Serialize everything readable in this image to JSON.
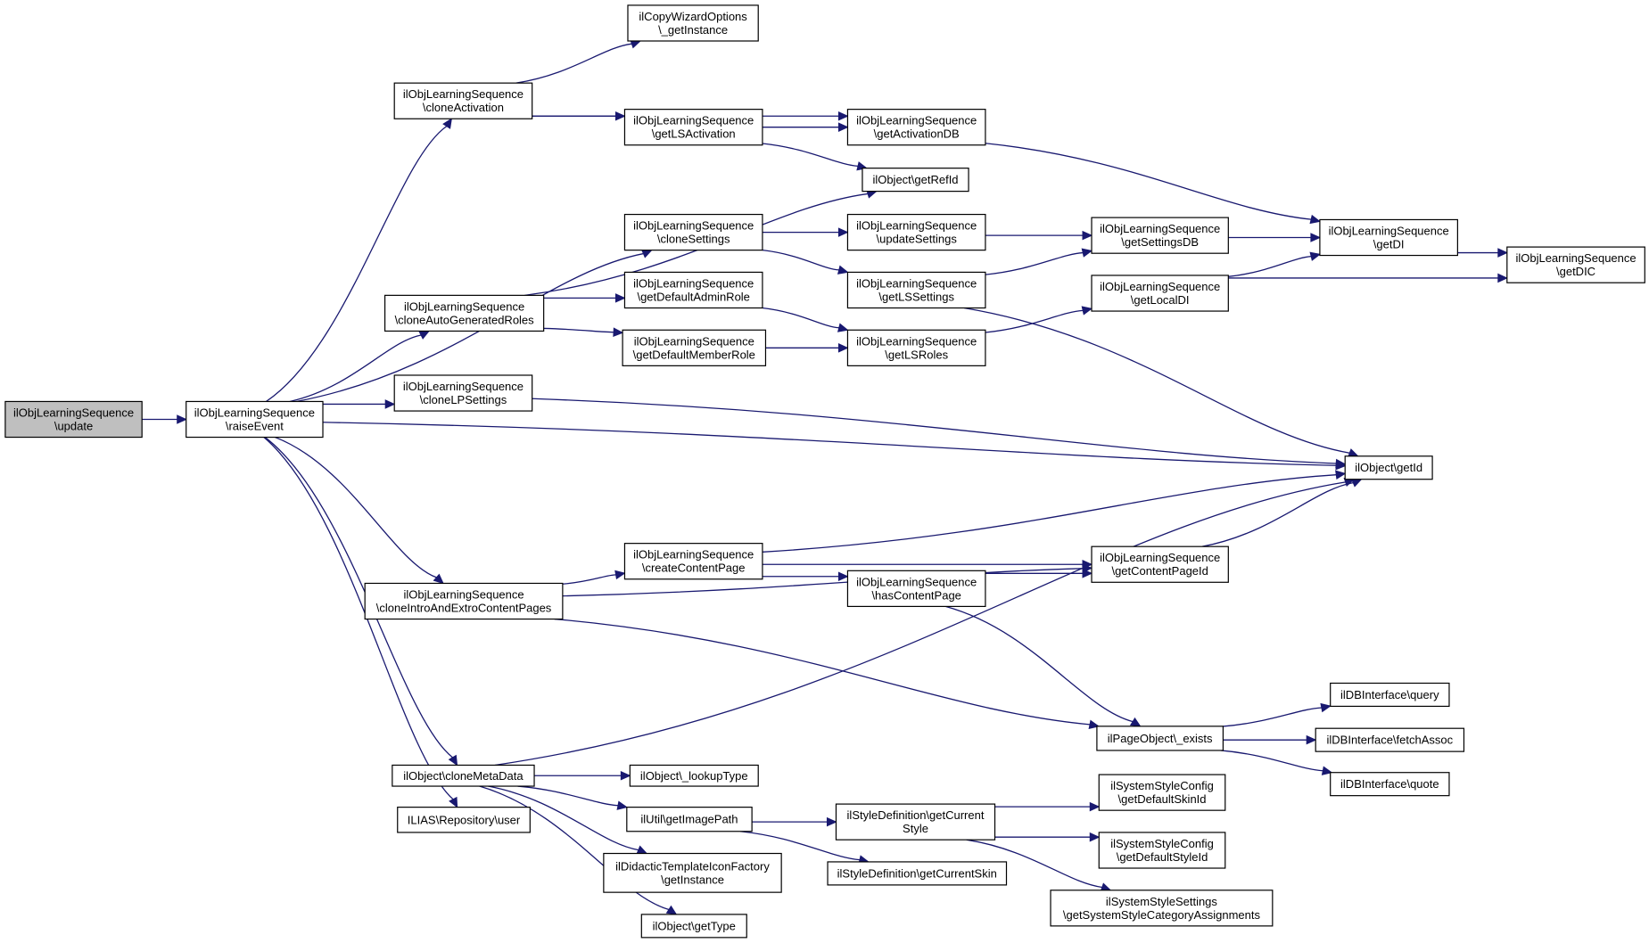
{
  "nodes": [
    {
      "id": "update",
      "lines": [
        "ilObjLearningSequence",
        "\\update"
      ],
      "root": true
    },
    {
      "id": "raiseEvent",
      "lines": [
        "ilObjLearningSequence",
        "\\raiseEvent"
      ]
    },
    {
      "id": "cloneActivation",
      "lines": [
        "ilObjLearningSequence",
        "\\cloneActivation"
      ]
    },
    {
      "id": "cloneAutoGeneratedRoles",
      "lines": [
        "ilObjLearningSequence",
        "\\cloneAutoGeneratedRoles"
      ]
    },
    {
      "id": "cloneLPSettings",
      "lines": [
        "ilObjLearningSequence",
        "\\cloneLPSettings"
      ]
    },
    {
      "id": "cloneIntroAndExtroContentPages",
      "lines": [
        "ilObjLearningSequence",
        "\\cloneIntroAndExtroContentPages"
      ]
    },
    {
      "id": "cloneMetaData",
      "lines": [
        "ilObject\\cloneMetaData"
      ]
    },
    {
      "id": "repoUser",
      "lines": [
        "ILIAS\\Repository\\user"
      ]
    },
    {
      "id": "copyWizard",
      "lines": [
        "ilCopyWizardOptions",
        "\\_getInstance"
      ]
    },
    {
      "id": "getLSActivation",
      "lines": [
        "ilObjLearningSequence",
        "\\getLSActivation"
      ]
    },
    {
      "id": "cloneSettings",
      "lines": [
        "ilObjLearningSequence",
        "\\cloneSettings"
      ]
    },
    {
      "id": "getDefaultAdminRole",
      "lines": [
        "ilObjLearningSequence",
        "\\getDefaultAdminRole"
      ]
    },
    {
      "id": "getDefaultMemberRole",
      "lines": [
        "ilObjLearningSequence",
        "\\getDefaultMemberRole"
      ]
    },
    {
      "id": "createContentPage",
      "lines": [
        "ilObjLearningSequence",
        "\\createContentPage"
      ]
    },
    {
      "id": "lookupType",
      "lines": [
        "ilObject\\_lookupType"
      ]
    },
    {
      "id": "getImagePath",
      "lines": [
        "ilUtil\\getImagePath"
      ]
    },
    {
      "id": "didactic",
      "lines": [
        "ilDidacticTemplateIconFactory",
        "\\getInstance"
      ]
    },
    {
      "id": "getType",
      "lines": [
        "ilObject\\getType"
      ]
    },
    {
      "id": "getActivationDB",
      "lines": [
        "ilObjLearningSequence",
        "\\getActivationDB"
      ]
    },
    {
      "id": "getRefId",
      "lines": [
        "ilObject\\getRefId"
      ]
    },
    {
      "id": "updateSettings",
      "lines": [
        "ilObjLearningSequence",
        "\\updateSettings"
      ]
    },
    {
      "id": "getLSSettings",
      "lines": [
        "ilObjLearningSequence",
        "\\getLSSettings"
      ]
    },
    {
      "id": "getLSRoles",
      "lines": [
        "ilObjLearningSequence",
        "\\getLSRoles"
      ]
    },
    {
      "id": "hasContentPage",
      "lines": [
        "ilObjLearningSequence",
        "\\hasContentPage"
      ]
    },
    {
      "id": "getCurrentStyle",
      "lines": [
        "ilStyleDefinition\\getCurrent",
        "Style"
      ]
    },
    {
      "id": "getCurrentSkin",
      "lines": [
        "ilStyleDefinition\\getCurrentSkin"
      ]
    },
    {
      "id": "getSettingsDB",
      "lines": [
        "ilObjLearningSequence",
        "\\getSettingsDB"
      ]
    },
    {
      "id": "getLocalDI",
      "lines": [
        "ilObjLearningSequence",
        "\\getLocalDI"
      ]
    },
    {
      "id": "getContentPageId",
      "lines": [
        "ilObjLearningSequence",
        "\\getContentPageId"
      ]
    },
    {
      "id": "pageExists",
      "lines": [
        "ilPageObject\\_exists"
      ]
    },
    {
      "id": "defaultSkinId",
      "lines": [
        "ilSystemStyleConfig",
        "\\getDefaultSkinId"
      ]
    },
    {
      "id": "defaultStyleId",
      "lines": [
        "ilSystemStyleConfig",
        "\\getDefaultStyleId"
      ]
    },
    {
      "id": "styleCategory",
      "lines": [
        "ilSystemStyleSettings",
        "\\getSystemStyleCategoryAssignments"
      ]
    },
    {
      "id": "getDI",
      "lines": [
        "ilObjLearningSequence",
        "\\getDI"
      ]
    },
    {
      "id": "getId",
      "lines": [
        "ilObject\\getId"
      ]
    },
    {
      "id": "dbQuery",
      "lines": [
        "ilDBInterface\\query"
      ]
    },
    {
      "id": "dbFetchAssoc",
      "lines": [
        "ilDBInterface\\fetchAssoc"
      ]
    },
    {
      "id": "dbQuote",
      "lines": [
        "ilDBInterface\\quote"
      ]
    },
    {
      "id": "getDIC",
      "lines": [
        "ilObjLearningSequence",
        "\\getDIC"
      ]
    }
  ],
  "edges": [
    [
      "update",
      "raiseEvent"
    ],
    [
      "raiseEvent",
      "cloneActivation"
    ],
    [
      "raiseEvent",
      "cloneSettings"
    ],
    [
      "raiseEvent",
      "cloneAutoGeneratedRoles"
    ],
    [
      "raiseEvent",
      "cloneLPSettings"
    ],
    [
      "raiseEvent",
      "getId"
    ],
    [
      "raiseEvent",
      "cloneIntroAndExtroContentPages"
    ],
    [
      "raiseEvent",
      "cloneMetaData"
    ],
    [
      "raiseEvent",
      "repoUser"
    ],
    [
      "cloneActivation",
      "copyWizard"
    ],
    [
      "cloneActivation",
      "getActivationDB"
    ],
    [
      "cloneActivation",
      "getLSActivation"
    ],
    [
      "getLSActivation",
      "getActivationDB"
    ],
    [
      "getLSActivation",
      "getRefId"
    ],
    [
      "getActivationDB",
      "getDI"
    ],
    [
      "cloneAutoGeneratedRoles",
      "getRefId"
    ],
    [
      "cloneAutoGeneratedRoles",
      "getDefaultAdminRole"
    ],
    [
      "cloneAutoGeneratedRoles",
      "getDefaultMemberRole"
    ],
    [
      "cloneSettings",
      "updateSettings"
    ],
    [
      "cloneSettings",
      "getLSSettings"
    ],
    [
      "updateSettings",
      "getSettingsDB"
    ],
    [
      "getLSSettings",
      "getSettingsDB"
    ],
    [
      "getLSSettings",
      "getId"
    ],
    [
      "getSettingsDB",
      "getDI"
    ],
    [
      "getDI",
      "getDIC"
    ],
    [
      "getLocalDI",
      "getDI"
    ],
    [
      "getLocalDI",
      "getDIC"
    ],
    [
      "getDefaultAdminRole",
      "getLSRoles"
    ],
    [
      "getDefaultMemberRole",
      "getLSRoles"
    ],
    [
      "getLSRoles",
      "getLocalDI"
    ],
    [
      "cloneLPSettings",
      "getId"
    ],
    [
      "cloneIntroAndExtroContentPages",
      "createContentPage"
    ],
    [
      "cloneIntroAndExtroContentPages",
      "getContentPageId"
    ],
    [
      "cloneIntroAndExtroContentPages",
      "pageExists"
    ],
    [
      "createContentPage",
      "getId"
    ],
    [
      "createContentPage",
      "getContentPageId"
    ],
    [
      "createContentPage",
      "hasContentPage"
    ],
    [
      "hasContentPage",
      "getContentPageId"
    ],
    [
      "hasContentPage",
      "pageExists"
    ],
    [
      "getContentPageId",
      "getId"
    ],
    [
      "pageExists",
      "dbQuery"
    ],
    [
      "pageExists",
      "dbFetchAssoc"
    ],
    [
      "pageExists",
      "dbQuote"
    ],
    [
      "cloneMetaData",
      "getId"
    ],
    [
      "cloneMetaData",
      "lookupType"
    ],
    [
      "cloneMetaData",
      "getImagePath"
    ],
    [
      "cloneMetaData",
      "didactic"
    ],
    [
      "cloneMetaData",
      "getType"
    ],
    [
      "getImagePath",
      "getCurrentStyle"
    ],
    [
      "getImagePath",
      "getCurrentSkin"
    ],
    [
      "getCurrentStyle",
      "defaultSkinId"
    ],
    [
      "getCurrentStyle",
      "defaultStyleId"
    ],
    [
      "getCurrentStyle",
      "styleCategory"
    ]
  ]
}
